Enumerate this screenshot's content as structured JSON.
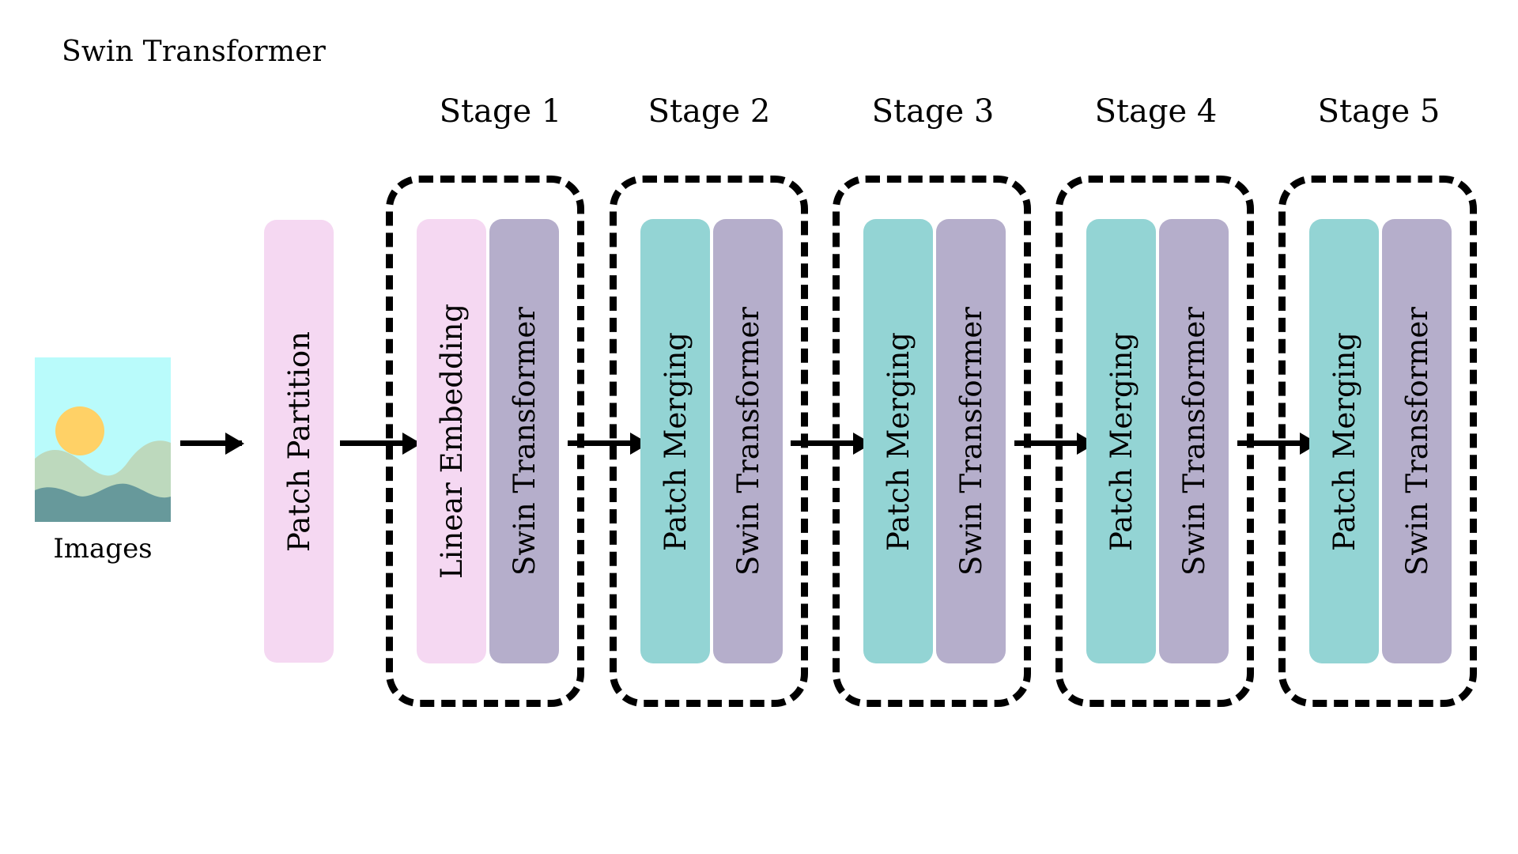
{
  "title": "Swin Transformer",
  "colors": {
    "pink": "#f5d8f2",
    "teal": "#93d4d4",
    "purple": "#b5aecb",
    "outline": "#000000",
    "sky": "#b9fbfb",
    "sun": "#ffd166",
    "hill_back": "#bdd9bd",
    "hill_front": "#67999b",
    "background": "#ffffff"
  },
  "source": {
    "caption": "Images",
    "icon": "landscape-thumbnail"
  },
  "preprocess": {
    "label": "Patch Partition",
    "color": "#f5d8f2"
  },
  "stages": [
    {
      "label": "Stage 1",
      "blocks": [
        {
          "label": "Linear Embedding",
          "color": "#f5d8f2"
        },
        {
          "label": "Swin Transformer",
          "color": "#b5aecb"
        }
      ]
    },
    {
      "label": "Stage 2",
      "blocks": [
        {
          "label": "Patch Merging",
          "color": "#93d4d4"
        },
        {
          "label": "Swin Transformer",
          "color": "#b5aecb"
        }
      ]
    },
    {
      "label": "Stage 3",
      "blocks": [
        {
          "label": "Patch Merging",
          "color": "#93d4d4"
        },
        {
          "label": "Swin Transformer",
          "color": "#b5aecb"
        }
      ]
    },
    {
      "label": "Stage 4",
      "blocks": [
        {
          "label": "Patch Merging",
          "color": "#93d4d4"
        },
        {
          "label": "Swin Transformer",
          "color": "#b5aecb"
        }
      ]
    },
    {
      "label": "Stage 5",
      "blocks": [
        {
          "label": "Patch Merging",
          "color": "#93d4d4"
        },
        {
          "label": "Swin Transformer",
          "color": "#b5aecb"
        }
      ]
    }
  ],
  "flow": {
    "arrow_icon": "right-arrow-icon",
    "count": 6
  }
}
